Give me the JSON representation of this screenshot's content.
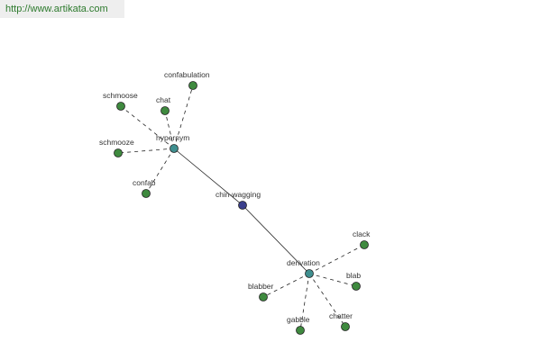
{
  "header": {
    "url": "http://www.artikata.com"
  },
  "graph": {
    "center": {
      "word": "chin-wagging",
      "color": "#3a3f8c"
    },
    "hubs": [
      {
        "label": "hypernym",
        "color": "#3f8f8f",
        "leaves": [
          "confabulation",
          "chat",
          "schmoose",
          "schmooze",
          "confab"
        ]
      },
      {
        "label": "derivation",
        "color": "#3f8f8f",
        "leaves": [
          "clack",
          "blab",
          "chatter",
          "gabble",
          "blabber"
        ]
      }
    ],
    "leaf_color": "#3f8a3f"
  }
}
